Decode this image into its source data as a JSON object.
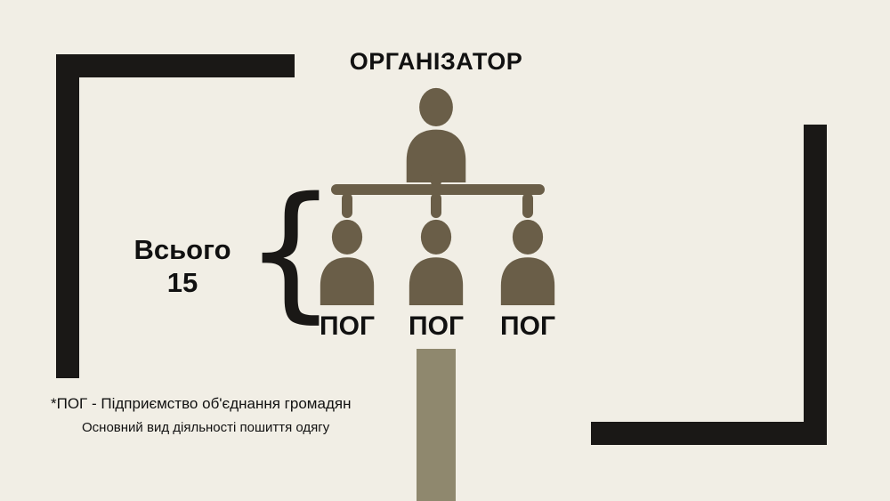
{
  "slide": {
    "title": "ОРГАНІЗАТОР",
    "total_label": {
      "word": "Всього",
      "number": "15"
    },
    "brace": "{",
    "org": {
      "root": {
        "name": "organizer"
      },
      "children": [
        {
          "label": "ПОГ"
        },
        {
          "label": "ПОГ"
        },
        {
          "label": "ПОГ"
        }
      ]
    },
    "footnote": {
      "line1": "*ПОГ - Підприємство об'єднання громадян",
      "line2": "Основний вид діяльності пошиття одягу"
    },
    "colors": {
      "background": "#f1eee5",
      "frame": "#1a1816",
      "icon": "#6a5e48",
      "ribbon": "#8f886e",
      "text": "#111111"
    },
    "icons": [
      "person-icon"
    ]
  }
}
